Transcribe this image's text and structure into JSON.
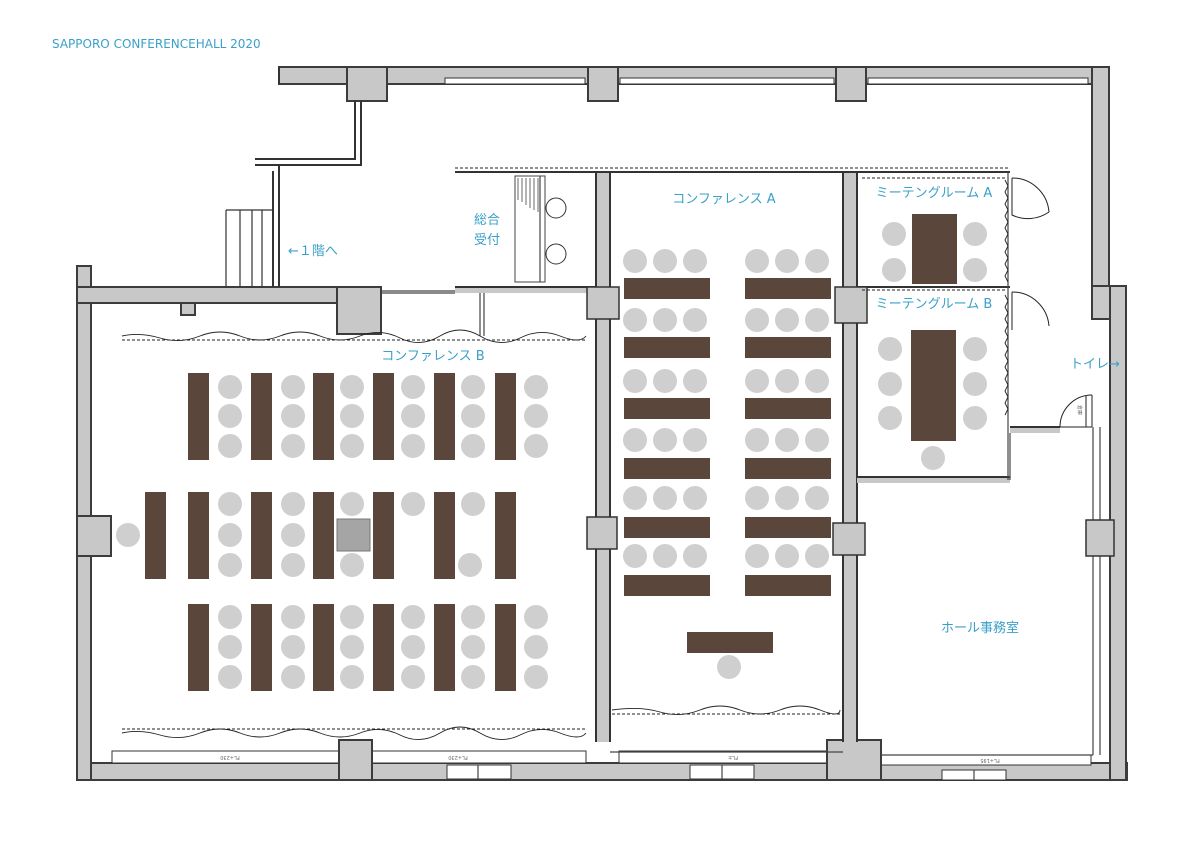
{
  "title": "SAPPORO CONFERENCEHALL 2020",
  "rooms": {
    "conference_a": "コンファレンス A",
    "conference_b": "コンファレンス B",
    "meeting_a": "ミーテングルーム A",
    "meeting_b": "ミーテングルーム B",
    "office": "ホール事務室",
    "reception_line1": "総合",
    "reception_line2": "受付"
  },
  "directions": {
    "first_floor": "←１階へ",
    "toilet": "トイレ→"
  },
  "small_labels": {
    "fl_230_left": "FL+230",
    "fl_230_mid": "FL+230",
    "fl_0": "FL±",
    "fl_195": "FL+195",
    "storage": "倉庫"
  },
  "colors": {
    "table": "#5a463a",
    "chair": "#cfcfcf",
    "wall": "#c8c8c8",
    "label": "#3aa0c8"
  }
}
